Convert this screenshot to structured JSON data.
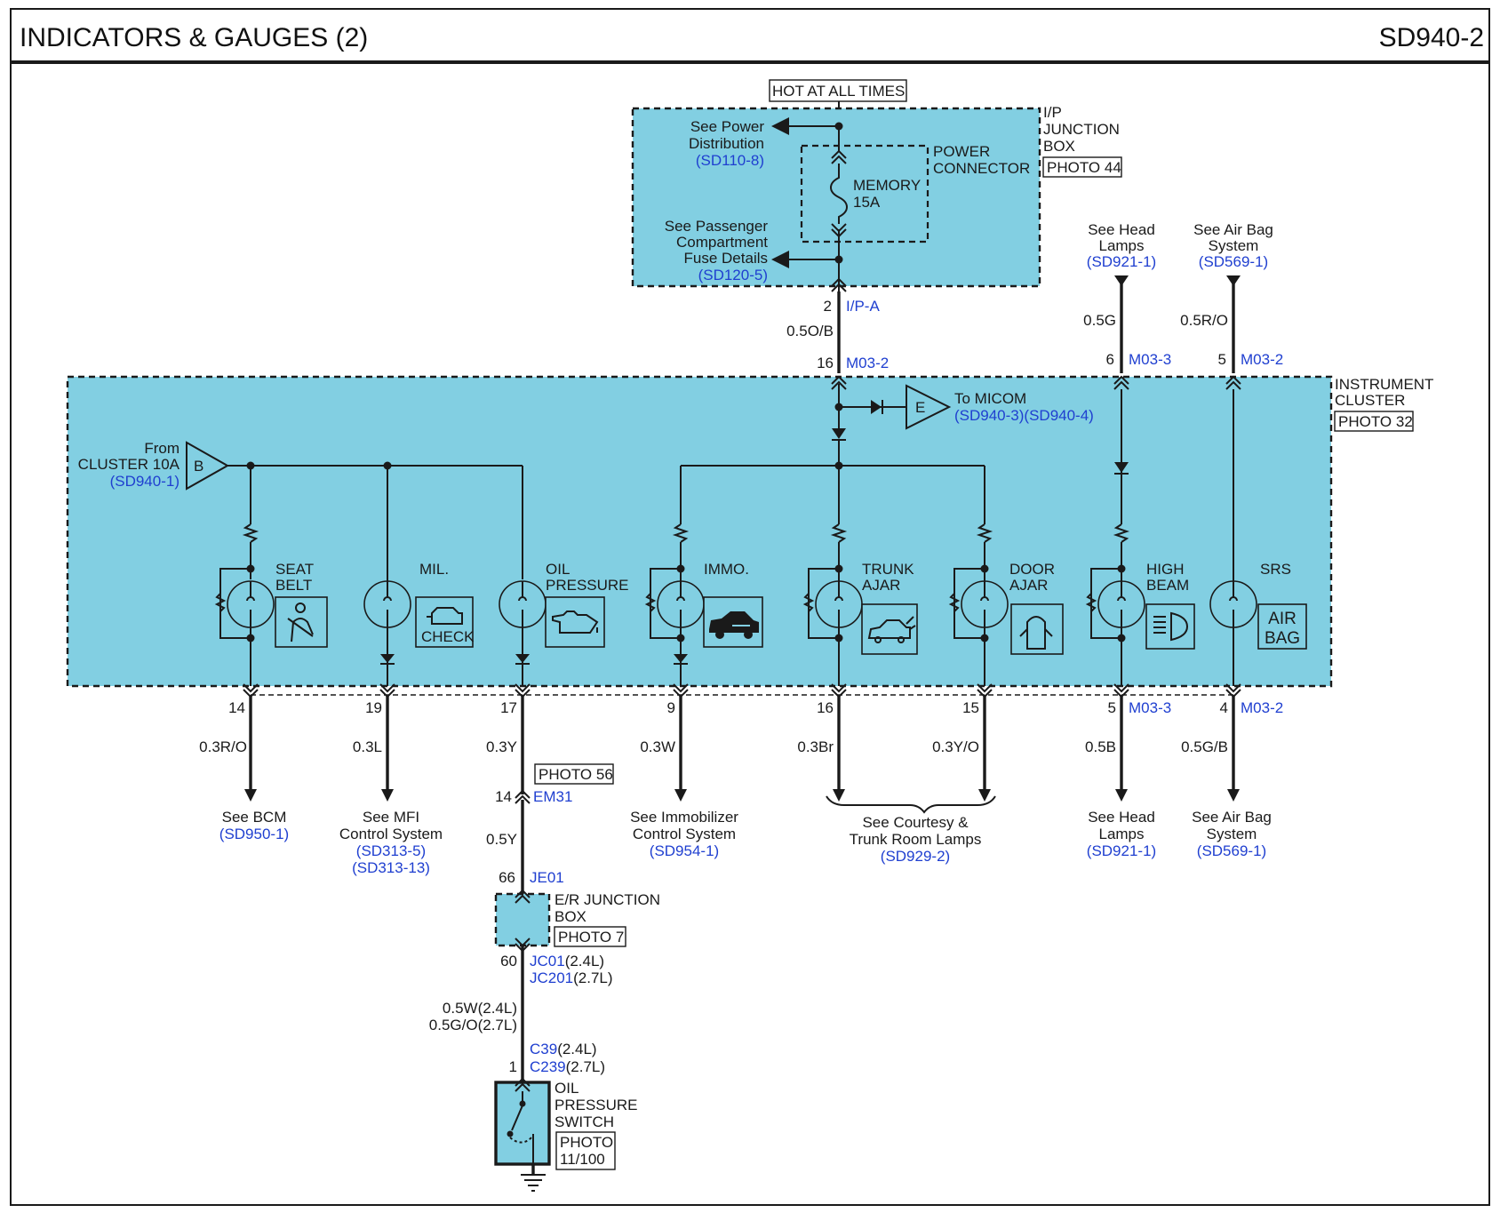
{
  "header": {
    "title": "INDICATORS & GAUGES (2)",
    "page_code": "SD940-2"
  },
  "top": {
    "hot_label": "HOT AT ALL TIMES",
    "ip_junction": [
      "I/P",
      "JUNCTION",
      "BOX"
    ],
    "ip_photo": "PHOTO 44",
    "power_connector": [
      "POWER",
      "CONNECTOR"
    ],
    "fuse": [
      "MEMORY",
      "15A"
    ],
    "power_dist": {
      "lines": [
        "See Power",
        "Distribution"
      ],
      "ref": "(SD110-8)"
    },
    "passenger_fuse": {
      "lines": [
        "See Passenger",
        "Compartment",
        "Fuse Details"
      ],
      "ref": "(SD120-5)"
    },
    "ipa_pin": "2",
    "ipa_conn": "I/P-A",
    "wire_ob": "0.5O/B",
    "m03_pin16": "16",
    "m03_conn16": "M03-2"
  },
  "right_inputs": {
    "head": {
      "lines": [
        "See Head",
        "Lamps"
      ],
      "ref": "(SD921-1)",
      "wire": "0.5G",
      "pin": "6",
      "conn": "M03-3"
    },
    "airbag": {
      "lines": [
        "See Air Bag",
        "System"
      ],
      "ref": "(SD569-1)",
      "wire": "0.5R/O",
      "pin": "5",
      "conn": "M03-2"
    }
  },
  "cluster": {
    "name": [
      "INSTRUMENT",
      "CLUSTER"
    ],
    "photo": "PHOTO 32",
    "micom": {
      "letter": "E",
      "label": "To MICOM",
      "ref": "(SD940-3)(SD940-4)"
    },
    "from": {
      "lines": [
        "From",
        "CLUSTER 10A"
      ],
      "ref": "(SD940-1)",
      "letter": "B"
    },
    "indicators": [
      {
        "label": [
          "SEAT",
          "BELT"
        ]
      },
      {
        "label": [
          "MIL."
        ],
        "icon_text": "CHECK"
      },
      {
        "label": [
          "OIL",
          "PRESSURE"
        ]
      },
      {
        "label": [
          "IMMO."
        ]
      },
      {
        "label": [
          "TRUNK",
          "AJAR"
        ]
      },
      {
        "label": [
          "DOOR",
          "AJAR"
        ]
      },
      {
        "label": [
          "HIGH",
          "BEAM"
        ]
      },
      {
        "label": [
          "SRS"
        ],
        "icon_text": [
          "AIR",
          "BAG"
        ]
      }
    ]
  },
  "bottom": {
    "pins": [
      "14",
      "19",
      "17",
      "9",
      "16",
      "15",
      "5",
      "4"
    ],
    "conns": {
      "head": "M03-3",
      "airbag": "M03-2"
    },
    "wires": [
      "0.3R/O",
      "0.3L",
      "0.3Y",
      "0.3W",
      "0.3Br",
      "0.3Y/O",
      "0.5B",
      "0.5G/B"
    ],
    "bcm": {
      "lines": [
        "See BCM"
      ],
      "ref": "(SD950-1)"
    },
    "mfi": {
      "lines": [
        "See MFI",
        "Control System"
      ],
      "refs": [
        "(SD313-5)",
        "(SD313-13)"
      ]
    },
    "immo": {
      "lines": [
        "See Immobilizer",
        "Control System"
      ],
      "ref": "(SD954-1)"
    },
    "courtesy": {
      "lines": [
        "See Courtesy &",
        "Trunk Room Lamps"
      ],
      "ref": "(SD929-2)"
    },
    "head": {
      "lines": [
        "See Head",
        "Lamps"
      ],
      "ref": "(SD921-1)"
    },
    "airbag": {
      "lines": [
        "See Air Bag",
        "System"
      ],
      "ref": "(SD569-1)"
    }
  },
  "oil_path": {
    "photo56": "PHOTO 56",
    "em31_pin": "14",
    "em31": "EM31",
    "wire_05y": "0.5Y",
    "je01_pin": "66",
    "je01": "JE01",
    "er_box": [
      "E/R JUNCTION",
      "BOX"
    ],
    "er_photo": "PHOTO 7",
    "jc_pin": "60",
    "jc01": "JC01",
    "jc01_note": "(2.4L)",
    "jc201": "JC201",
    "jc201_note": "(2.7L)",
    "wire_a": "0.5W(2.4L)",
    "wire_b": "0.5G/O(2.7L)",
    "c39": "C39",
    "c39_note": "(2.4L)",
    "c239_pin": "1",
    "c239": "C239",
    "c239_note": "(2.7L)",
    "switch": [
      "OIL",
      "PRESSURE",
      "SWITCH"
    ],
    "switch_photo": [
      "PHOTO",
      "11/100"
    ]
  },
  "colors": {
    "box_fill": "#82cfe2",
    "ref_blue": "#1f3fd0",
    "line": "#1a1a1a"
  }
}
